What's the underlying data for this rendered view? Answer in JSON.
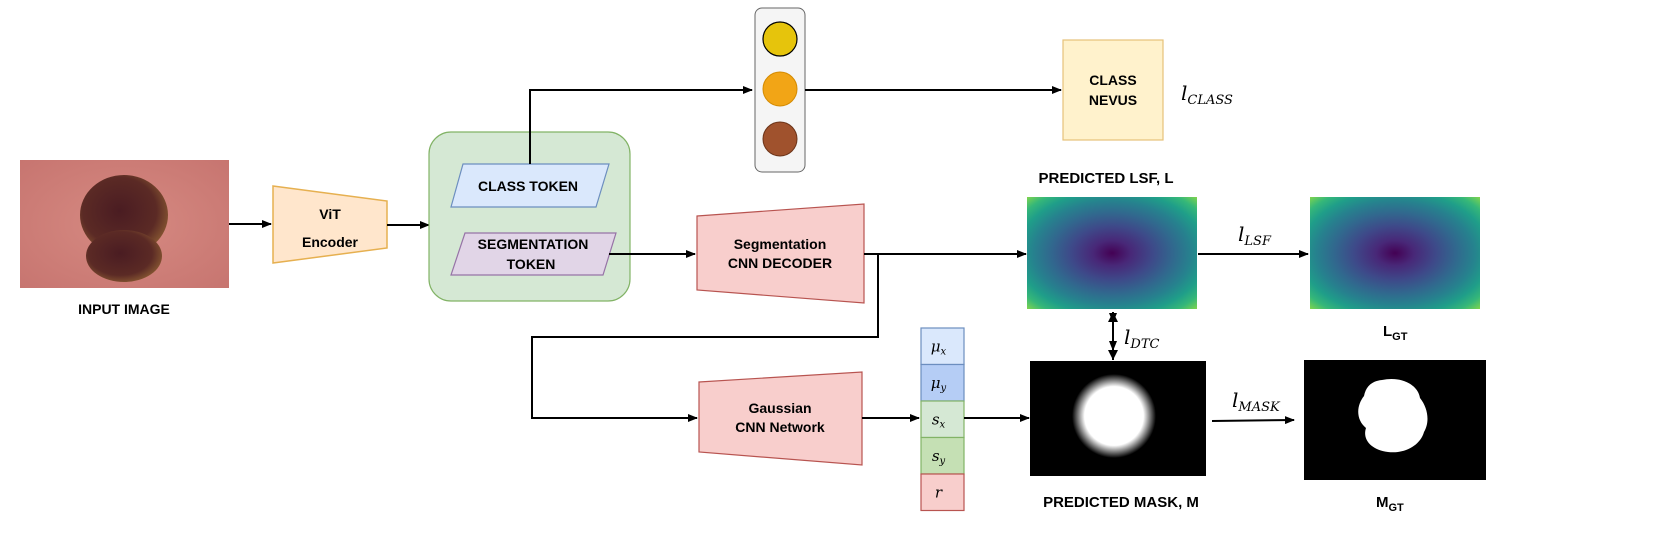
{
  "input": {
    "label": "INPUT IMAGE"
  },
  "encoder": {
    "line1": "ViT",
    "line2": "Encoder"
  },
  "tokens": {
    "class_token": "CLASS TOKEN",
    "seg_token_line1": "SEGMENTATION",
    "seg_token_line2": "TOKEN"
  },
  "class_output": {
    "line1": "CLASS",
    "line2": "NEVUS",
    "loss_main": "l",
    "loss_sub": "CLASS",
    "circle_colors": [
      "#e6c40c",
      "#f2a516",
      "#a0522d"
    ]
  },
  "seg_decoder": {
    "line1": "Segmentation",
    "line2": "CNN DECODER"
  },
  "gauss_net": {
    "line1": "Gaussian",
    "line2": "CNN Network"
  },
  "lsf": {
    "title": "PREDICTED LSF, L",
    "loss_main": "l",
    "loss_sub": "LSF",
    "gt_main": "L",
    "gt_sub": "GT"
  },
  "mask": {
    "title": "PREDICTED MASK, M",
    "loss_main": "l",
    "loss_sub": "MASK",
    "gt_main": "M",
    "gt_sub": "GT",
    "dtc_main": "l",
    "dtc_sub": "DTC"
  },
  "params": [
    {
      "main": "μ",
      "sub": "x",
      "color": "#dae8fc",
      "stroke": "#6c8ebf"
    },
    {
      "main": "μ",
      "sub": "y",
      "color": "#b5cdf5",
      "stroke": "#6c8ebf"
    },
    {
      "main": "s",
      "sub": "x",
      "color": "#d5e8d4",
      "stroke": "#82b366"
    },
    {
      "main": "s",
      "sub": "y",
      "color": "#c5e0b4",
      "stroke": "#82b366"
    },
    {
      "main": "r",
      "sub": "",
      "color": "#f8cecc",
      "stroke": "#b85450"
    }
  ]
}
